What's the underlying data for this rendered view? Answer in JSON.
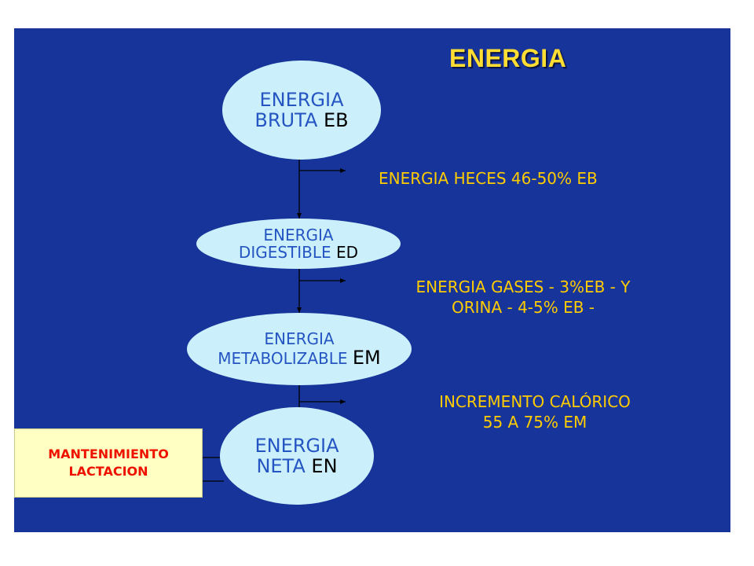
{
  "title": "ENERGIA",
  "nodes": [
    {
      "line1": "ENERGIA",
      "line2": "BRUTA",
      "abbr": "EB"
    },
    {
      "line1": "ENERGIA",
      "line2": "DIGESTIBLE",
      "abbr": "ED"
    },
    {
      "line1": "ENERGIA",
      "line2": "METABOLIZABLE",
      "abbr": "EM"
    },
    {
      "line1": "ENERGIA",
      "line2": "NETA",
      "abbr": "EN"
    }
  ],
  "losses": [
    {
      "line1": "ENERGIA HECES 46-50% EB"
    },
    {
      "line1": "ENERGIA GASES - 3%EB - Y",
      "line2": "ORINA - 4-5% EB -"
    },
    {
      "line1": "INCREMENTO CALÓRICO",
      "line2": "55 A 75% EM"
    }
  ],
  "uses": {
    "line1": "MANTENIMIENTO",
    "line2": "LACTACION"
  },
  "colors": {
    "background": "#17349a",
    "title": "#ffdd33",
    "node_fill": "#ccf0fb",
    "node_text": "#2555c2",
    "loss_text": "#ffcc00",
    "uses_box": "#ffffc4",
    "uses_text": "#ee1100"
  }
}
